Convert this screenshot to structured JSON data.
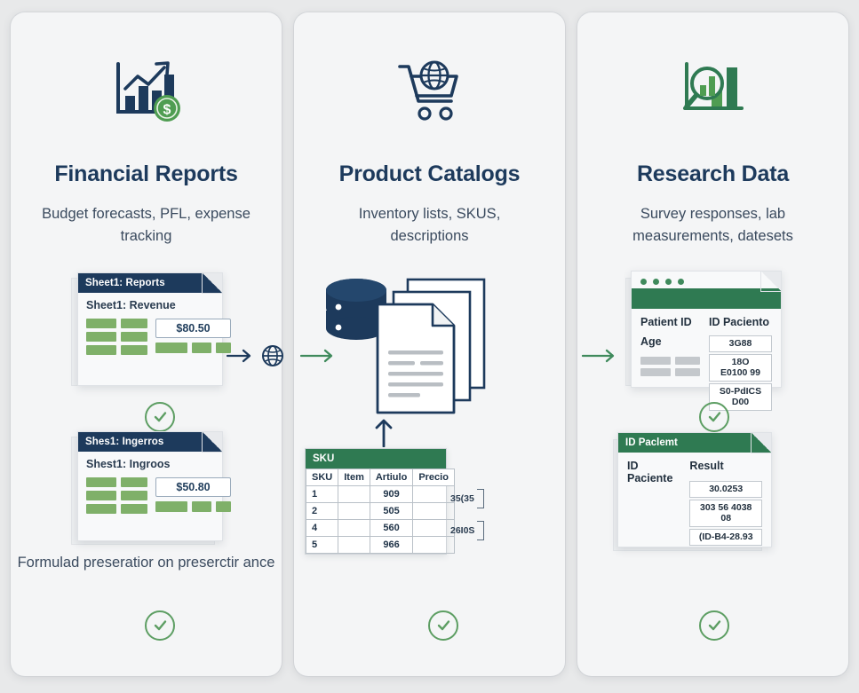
{
  "columns": [
    {
      "icon": "bar-chart-growth-dollar-icon",
      "title": "Financial Reports",
      "subtitle": "Budget forecasts, PFL, expense tracking",
      "doc_top": {
        "header": "Sheet1: Reports",
        "sub": "Sheet1: Revenue",
        "value": "$80.50"
      },
      "doc_bottom": {
        "header": "Shes1: Ingerros",
        "sub": "Shest1: Ingroos",
        "value": "$50.80"
      },
      "caption": "Formulad preseratior on preserctir ance"
    },
    {
      "icon": "shopping-cart-globe-icon",
      "title": "Product Catalogs",
      "subtitle": "Inventory lists, SKUS, descriptions",
      "table": {
        "header": "SKU",
        "columns": [
          "SKU",
          "Item",
          "Artiulo",
          "Precio"
        ],
        "rows": [
          [
            "1",
            "",
            "909",
            ""
          ],
          [
            "2",
            "",
            "505",
            ""
          ],
          [
            "4",
            "",
            "560",
            ""
          ],
          [
            "5",
            "",
            "966",
            ""
          ]
        ],
        "sidenotes": [
          "35(35",
          "26I0S"
        ]
      }
    },
    {
      "icon": "magnifier-bar-chart-icon",
      "title": "Research Data",
      "subtitle": "Survey responses, lab measurements, datesets",
      "doc_top": {
        "header": "",
        "labels": [
          "Patient ID",
          "Age"
        ],
        "value_label": "ID Paciento",
        "values": [
          "3G88",
          "18O E0100 99",
          "S0-PdICS D00"
        ]
      },
      "doc_bottom": {
        "header": "ID Paclemt",
        "labels": [
          "ID Paciente"
        ],
        "value_label": "Result",
        "values": [
          "30.0253",
          "303 56 4038 08",
          "(ID-B4-28.93"
        ]
      }
    }
  ],
  "connectors": [
    {
      "arrow": "arrow-right-icon",
      "badge": "globe-icon",
      "color": "#1d3a5c"
    },
    {
      "arrow": "arrow-right-icon",
      "badge": "",
      "color": "#3f8a5c"
    },
    {
      "arrow": "arrow-right-icon",
      "badge": "",
      "color": "#3f8a5c"
    },
    {
      "arrow": "arrow-up-icon",
      "badge": "",
      "color": "#1d3a5c"
    }
  ],
  "status": {
    "check_icon": "check-circle-icon",
    "check_color": "#5d9e63"
  },
  "colors": {
    "navy": "#1d3a5c",
    "green": "#2f7a52",
    "cell_green": "#7fb069",
    "card_bg": "#f4f5f6",
    "page_bg": "#e8e9ea"
  }
}
